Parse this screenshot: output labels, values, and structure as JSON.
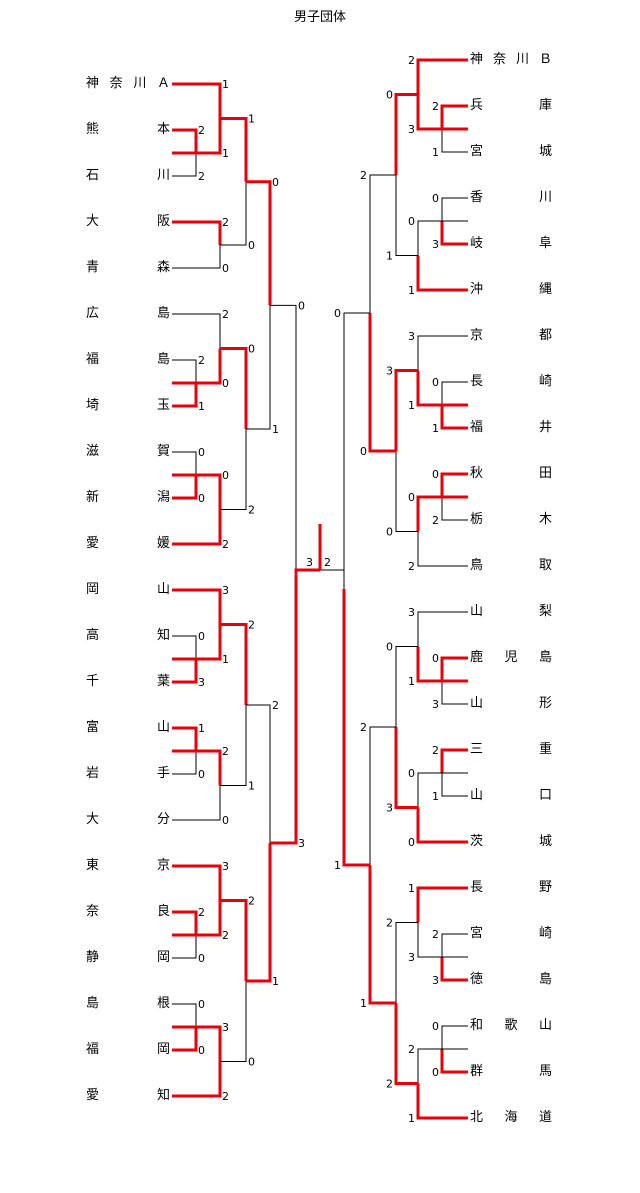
{
  "title": "男子団体",
  "left_teams": [
    "神奈川Ａ",
    "熊本",
    "石川",
    "大阪",
    "青森",
    "広島",
    "福島",
    "埼玉",
    "滋賀",
    "新潟",
    "愛媛",
    "岡山",
    "高知",
    "千葉",
    "富山",
    "岩手",
    "大分",
    "東京",
    "奈良",
    "静岡",
    "島根",
    "福岡",
    "愛知"
  ],
  "right_teams": [
    "神奈川Ｂ",
    "兵庫",
    "宮城",
    "香川",
    "岐阜",
    "沖縄",
    "京都",
    "長崎",
    "福井",
    "秋田",
    "栃木",
    "鳥取",
    "山梨",
    "鹿児島",
    "山形",
    "三重",
    "山口",
    "茨城",
    "長野",
    "宮崎",
    "徳島",
    "和歌山",
    "群馬",
    "北海道"
  ],
  "colors": {
    "winner": "#e8000b",
    "line": "#000000"
  },
  "scores": [
    "2",
    "2",
    "1",
    "1",
    "2",
    "0",
    "2",
    "1",
    "2",
    "0",
    "0",
    "0",
    "0",
    "2",
    "0",
    "3",
    "3",
    "1",
    "1",
    "0",
    "2",
    "0",
    "2",
    "0",
    "3",
    "2",
    "0",
    "0",
    "3",
    "2",
    "1",
    "0",
    "0",
    "2",
    "2",
    "1",
    "2",
    "0",
    "0",
    "1",
    "2",
    "1",
    "0",
    "3",
    "2",
    "1",
    "2",
    "3",
    "0",
    "3",
    "0",
    "1",
    "0",
    "1",
    "3",
    "1",
    "0",
    "2",
    "0",
    "2",
    "0",
    "3",
    "3",
    "1",
    "2",
    "1",
    "0",
    "0",
    "2",
    "3",
    "1",
    "3",
    "0",
    "0",
    "2",
    "1",
    "0",
    "1",
    "3",
    "0",
    "0",
    "3",
    "2",
    "2",
    "2",
    "0",
    "2",
    "1",
    "0",
    "1",
    "3",
    "2",
    "1",
    "1",
    "2",
    "2"
  ]
}
